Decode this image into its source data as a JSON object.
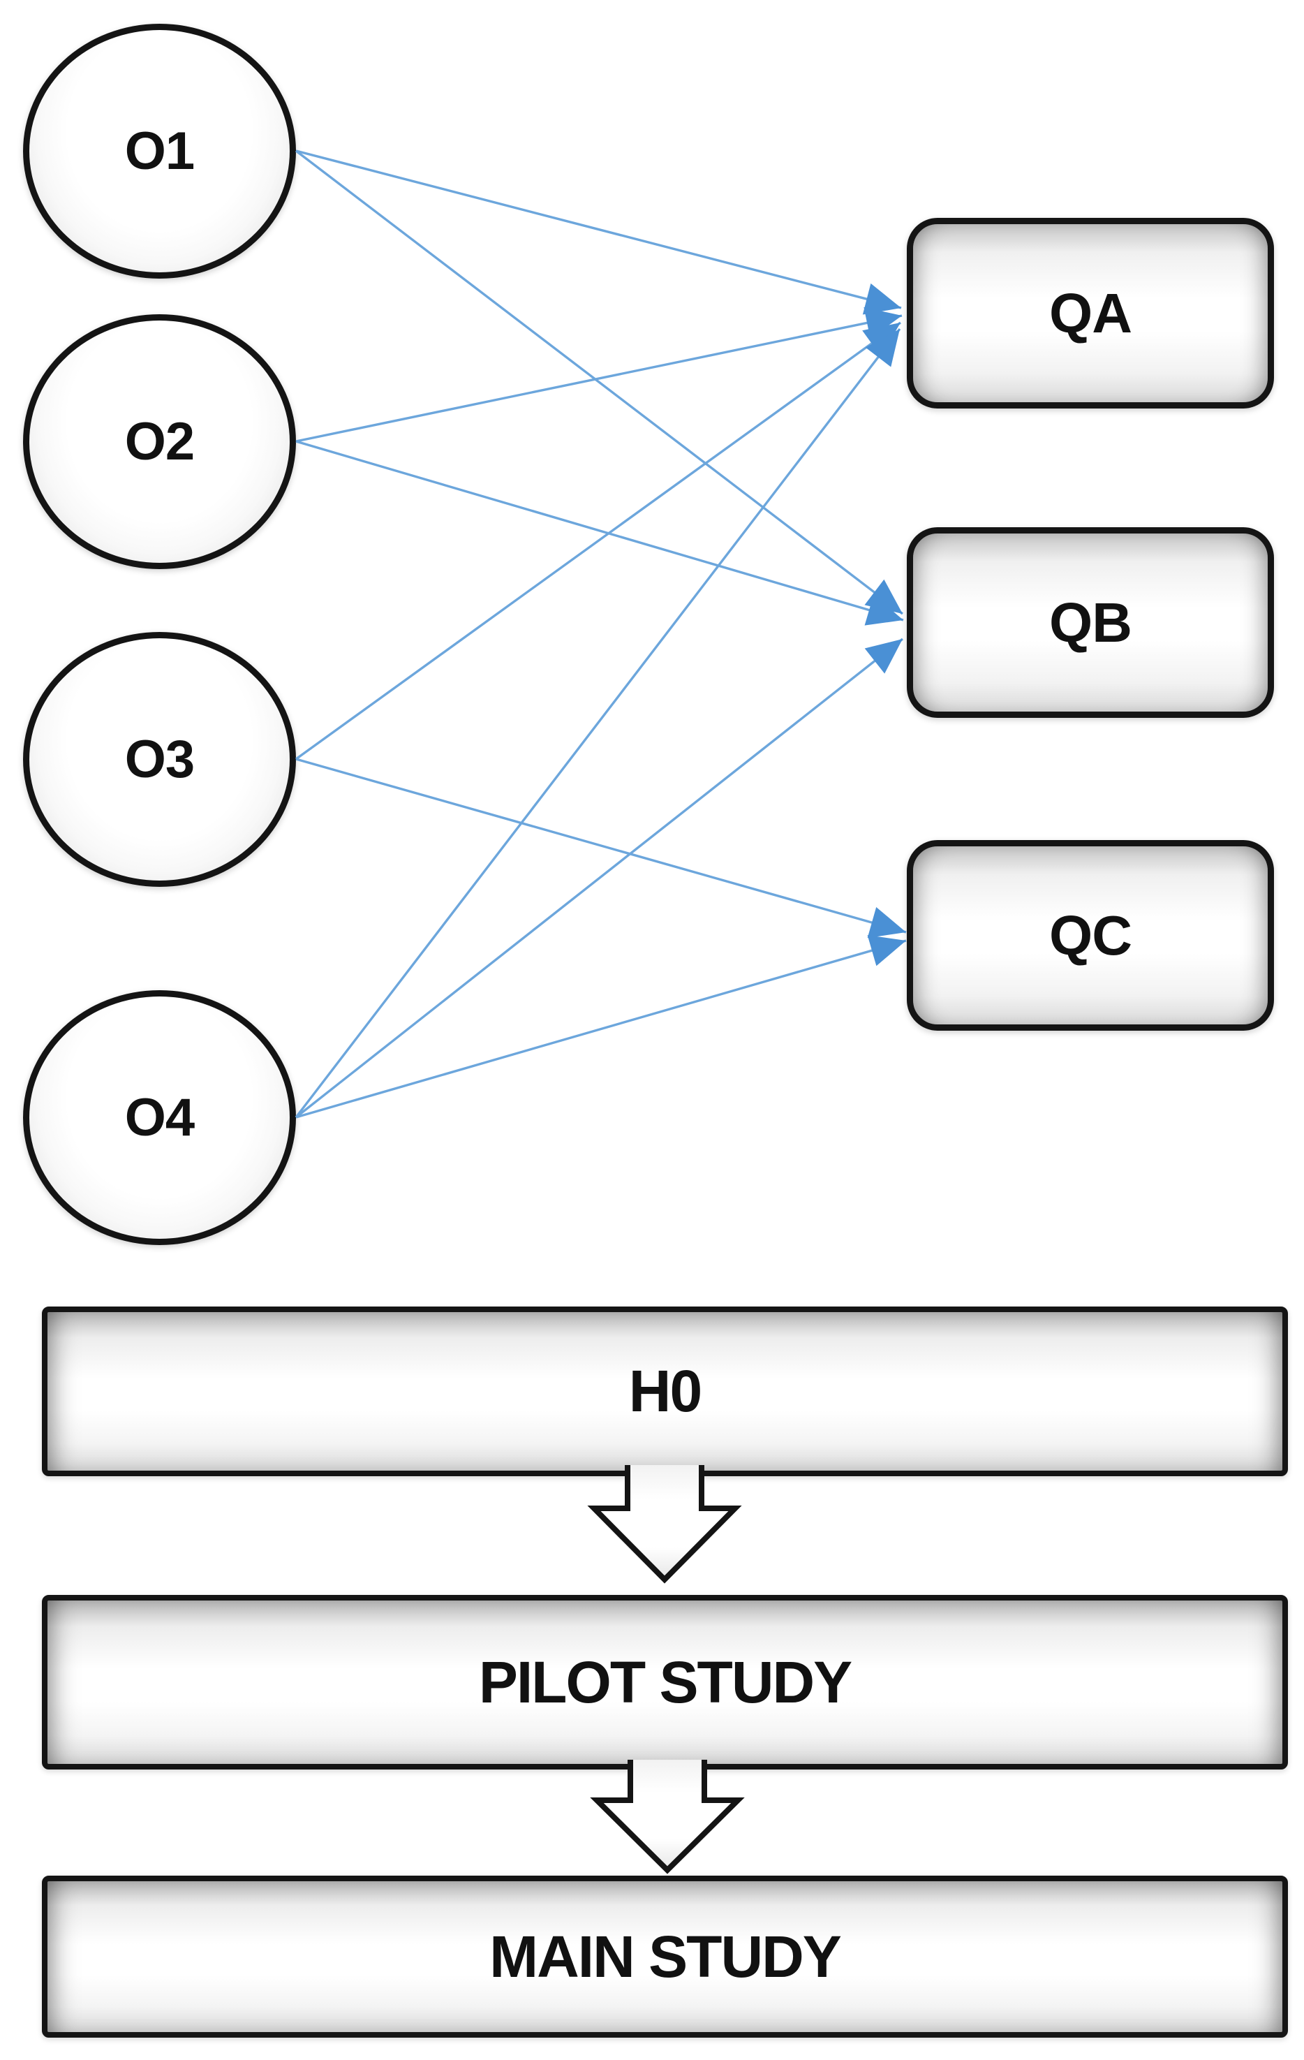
{
  "figure": {
    "left_column_nodes": [
      {
        "id": "O1",
        "label": "O1"
      },
      {
        "id": "O2",
        "label": "O2"
      },
      {
        "id": "O3",
        "label": "O3"
      },
      {
        "id": "O4",
        "label": "O4"
      }
    ],
    "right_column_nodes": [
      {
        "id": "QA",
        "label": "QA"
      },
      {
        "id": "QB",
        "label": "QB"
      },
      {
        "id": "QC",
        "label": "QC"
      }
    ],
    "connections": [
      {
        "from": "O1",
        "to": "QA"
      },
      {
        "from": "O1",
        "to": "QB"
      },
      {
        "from": "O2",
        "to": "QA"
      },
      {
        "from": "O2",
        "to": "QB"
      },
      {
        "from": "O3",
        "to": "QA"
      },
      {
        "from": "O3",
        "to": "QC"
      },
      {
        "from": "O4",
        "to": "QA"
      },
      {
        "from": "O4",
        "to": "QB"
      },
      {
        "from": "O4",
        "to": "QC"
      }
    ],
    "flow_steps": [
      {
        "id": "H0",
        "label": "H0"
      },
      {
        "id": "PILOT",
        "label": "PILOT STUDY"
      },
      {
        "id": "MAIN",
        "label": "MAIN STUDY"
      }
    ],
    "colors": {
      "connector_line": "#6ca6dc",
      "connector_arrowhead": "#4a90d5",
      "shape_border": "#141414",
      "shape_fill": "#ffffff",
      "label_text": "#111111",
      "background": "#ffffff"
    }
  }
}
